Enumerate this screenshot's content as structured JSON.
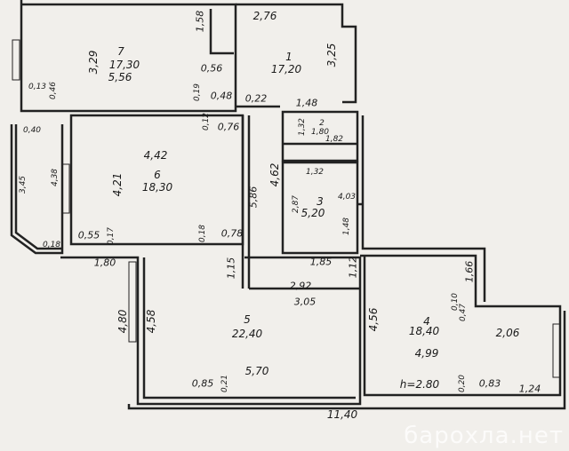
{
  "rooms": {
    "r7": {
      "number": "7",
      "area": "17,30",
      "width": "5,56",
      "depth": "3,29"
    },
    "r1": {
      "number": "1",
      "area": "17,20",
      "depth": "3,25",
      "width": "2,76"
    },
    "r6": {
      "number": "6",
      "area": "18,30",
      "width": "4,42",
      "depth": "4,21"
    },
    "r2": {
      "number": "2",
      "area": "1,80",
      "width": "1,82",
      "depth": "1,32"
    },
    "r3": {
      "number": "3",
      "area": "5,20",
      "width": "1,32",
      "depth": "2,87",
      "side": "4,03",
      "door": "1,48"
    },
    "r5": {
      "number": "5",
      "area": "22,40",
      "width": "5,70",
      "depth": "4,58",
      "outer": "4,80"
    },
    "r4": {
      "number": "4",
      "area": "18,40",
      "width": "4,99",
      "depth": "4,56",
      "height": "h=2.80",
      "bay": "2,06"
    }
  },
  "dims": {
    "d158": "1,58",
    "d056": "0,56",
    "d013": "0,13",
    "d046": "0,46",
    "d019": "0,19",
    "d048": "0,48",
    "d022": "0,22",
    "d012": "0,12",
    "d076": "0,76",
    "d055": "0,55",
    "d017": "0,17",
    "d018": "0,18",
    "d078": "0,78",
    "d345": "3,45",
    "d438": "4,38",
    "d040": "0,40",
    "d018b": "0,18",
    "d586": "5,86",
    "d462": "4,62",
    "d148": "1,48",
    "d185": "1,85",
    "d112": "1,12",
    "d292": "2,92",
    "d305": "3,05",
    "d115": "1,15",
    "d180": "1,80",
    "d085": "0,85",
    "d021": "0,21",
    "d166": "1,66",
    "d047": "0,47",
    "d010": "0,10",
    "d020": "0,20",
    "d083": "0,83",
    "d124": "1,24",
    "d1140": "11,40"
  },
  "watermark": "барохла.нет"
}
